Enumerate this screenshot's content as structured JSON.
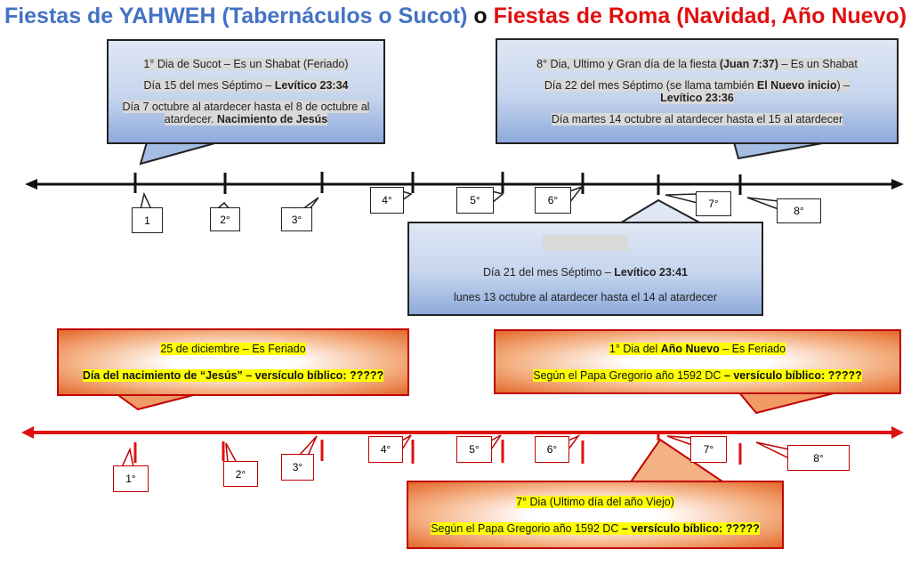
{
  "title": {
    "part1": "Fiestas de YAHWEH (Tabernáculos o Sucot)",
    "conj": "o",
    "part2": "Fiestas de Roma (Navidad, Año Nuevo)"
  },
  "yahweh": {
    "day1": {
      "line1": "1° Dia de Sucot – Es un Shabat (Feriado)",
      "line2a": "Día 15 del mes Séptimo – ",
      "line2b": "Levítico 23:34",
      "line3a": "Día 7 octubre al atardecer hasta el 8 de octubre al atardecer. ",
      "line3b": "Nacimiento de Jesús"
    },
    "day8": {
      "line1a": "8° Dia, Ultimo y Gran día de la fiesta ",
      "line1b": "(Juan 7:37)",
      "line1c": " – Es un Shabat",
      "line2a": "Día 22 del mes Séptimo (se llama también ",
      "line2b": "El Nuevo inicio",
      "line2c": ") – ",
      "line2d": "Levítico 23:36",
      "line3": "Día martes 14 octubre al atardecer hasta el 15 al atardecer"
    },
    "day7": {
      "line1a": "Día 21 del mes Séptimo – ",
      "line1b": "Levítico 23:41",
      "line2": "lunes 13 octubre al atardecer hasta el 14 al atardecer"
    },
    "labels": [
      "1",
      "2°",
      "3°",
      "4°",
      "5°",
      "6°",
      "7°",
      "8°"
    ]
  },
  "roma": {
    "navidad": {
      "line1": "25 de diciembre – Es Feriado",
      "line2": "Día del nacimiento de “Jesús” – versículo bíblico: ?????"
    },
    "anonuevo": {
      "line1a": "1° Dia del ",
      "line1b": "Año Nuevo",
      "line1c": " – Es Feriado",
      "line2a": "Según el Papa Gregorio año 1592 DC ",
      "line2b": "– versículo bíblico: ?????"
    },
    "viejo": {
      "line1": "7° Dia (Ultimo día del año Viejo)",
      "line2a": "Según el Papa Gregorio año 1592 DC ",
      "line2b": "– versículo bíblico: ?????"
    },
    "labels": [
      "1°",
      "2°",
      "3°",
      "4°",
      "5°",
      "6°",
      "7°",
      "8°"
    ]
  },
  "colors": {
    "blue": "#4472c4",
    "red": "#e01010",
    "orange": "#e3672a"
  }
}
